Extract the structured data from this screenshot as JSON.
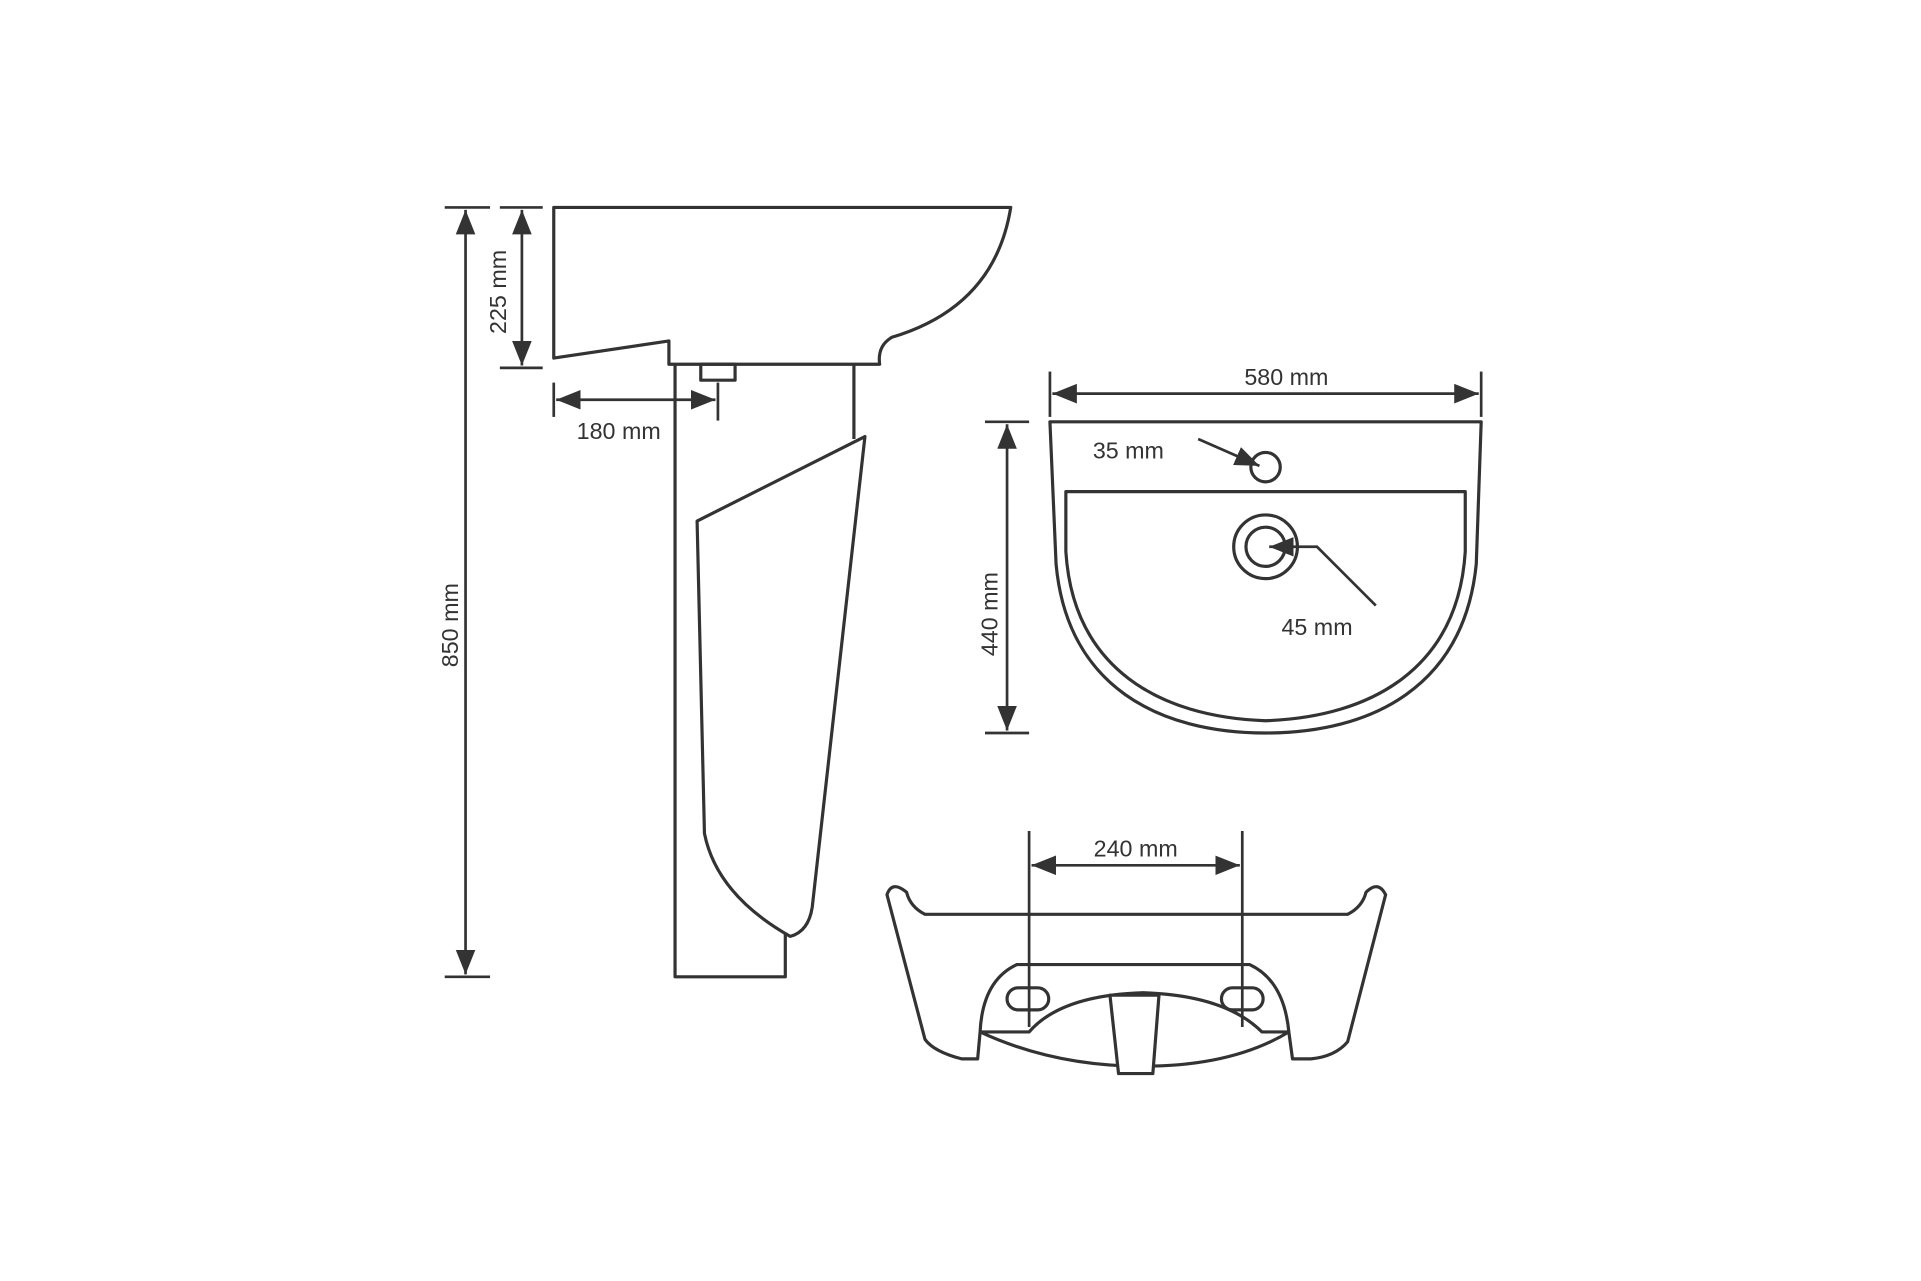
{
  "diagram": {
    "side_view": {
      "total_height": "850 mm",
      "basin_depth": "225 mm",
      "wall_to_drain": "180 mm"
    },
    "top_view": {
      "width": "580 mm",
      "depth": "440 mm",
      "tap_hole": "35 mm",
      "drain_hole": "45 mm"
    },
    "rear_view": {
      "mounting_hole_spacing": "240 mm"
    }
  },
  "colors": {
    "line": "#333333",
    "background": "#ffffff"
  }
}
